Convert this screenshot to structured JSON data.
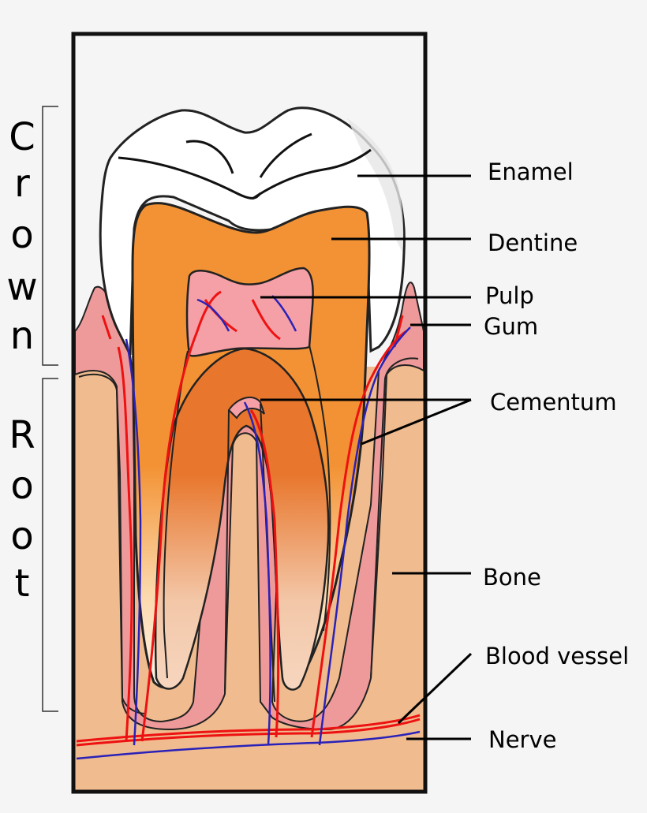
{
  "side_labels": {
    "crown": [
      "C",
      "r",
      "o",
      "w",
      "n"
    ],
    "root": [
      "R",
      "o",
      "o",
      "t"
    ]
  },
  "labels": {
    "enamel": "Enamel",
    "dentine": "Dentine",
    "pulp": "Pulp",
    "gum": "Gum",
    "cementum": "Cementum",
    "bone": "Bone",
    "blood_vessel": "Blood vessel",
    "nerve": "Nerve"
  },
  "colors": {
    "background": "#f5f5f5",
    "bone": "#f0bb8e",
    "gum": "#ef9a9a",
    "dentine": "#f39234",
    "pulp": "#f4a0a6",
    "enamel": "#ffffff",
    "blood_vessel": "#ee1111",
    "nerve": "#2a22b8"
  }
}
